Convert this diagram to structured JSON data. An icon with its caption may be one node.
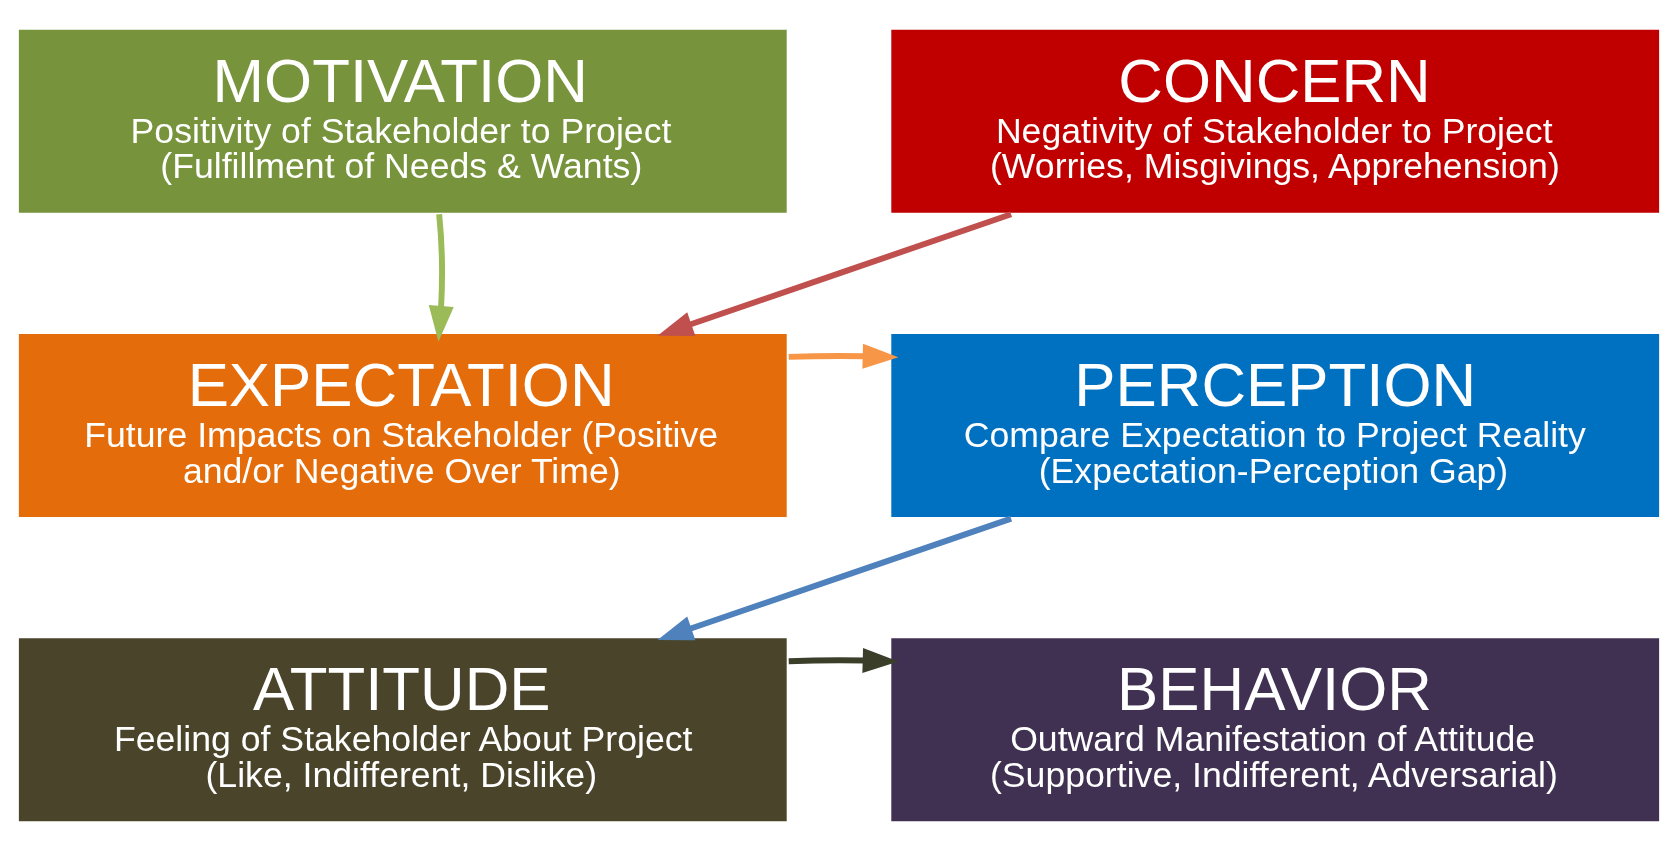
{
  "diagram": {
    "nodes": [
      {
        "text": [
          "MOTIVATION",
          "Positivity of Stakeholder to Project (Fulfillment of Needs & Wants)"
        ]
      },
      {
        "text": [
          "CONCERN",
          "Negativity of Stakeholder to Project (Worries, Misgivings, Apprehension)"
        ]
      },
      {
        "text": [
          "EXPECTATION",
          "Future Impacts on Stakeholder (Positive and/or Negative Over Time)"
        ]
      },
      {
        "text": [
          "PERCEPTION",
          "Compare Expectation to Project Reality (Expectation-Perception Gap)"
        ]
      },
      {
        "text": [
          "ATTITUDE",
          "Feeling of Stakeholder About Project (Like, Indifferent, Dislike)"
        ]
      },
      {
        "text": [
          "BEHAVIOR",
          "Outward Manifestation of Attitude (Supportive, Indifferent, Adversarial)"
        ]
      }
    ],
    "edges": [
      {
        "from": 0,
        "to": 2,
        "arrow": "to",
        "color": "#9bbb59"
      },
      {
        "from": 1,
        "to": 2,
        "arrow": "to",
        "color": "#c0504d"
      },
      {
        "from": 2,
        "to": 3,
        "arrow": "to",
        "color": "#f79646"
      },
      {
        "from": 3,
        "to": 4,
        "arrow": "to",
        "color": "#4f81bd"
      },
      {
        "from": 4,
        "to": 5,
        "arrow": "to",
        "color": "#3b3f2a"
      }
    ]
  }
}
